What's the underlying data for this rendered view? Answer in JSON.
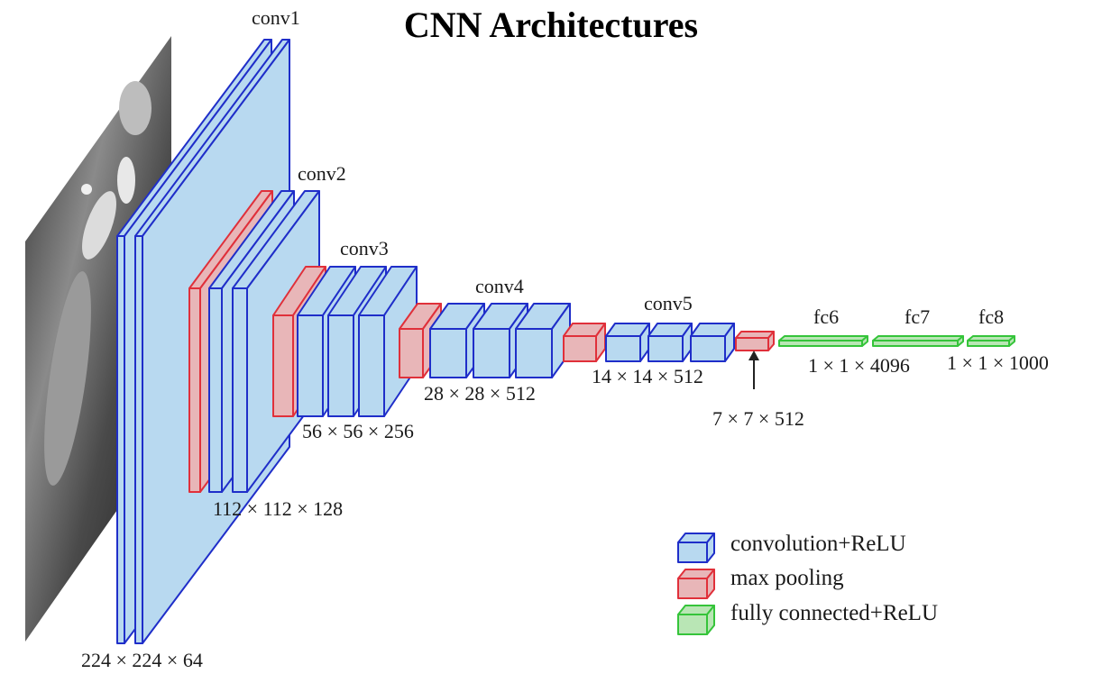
{
  "title": "CNN Architectures",
  "layers": {
    "conv1": "conv1",
    "conv2": "conv2",
    "conv3": "conv3",
    "conv4": "conv4",
    "conv5": "conv5",
    "fc6": "fc6",
    "fc7": "fc7",
    "fc8": "fc8"
  },
  "dimensions": {
    "d224": "224 × 224 × 64",
    "d112": "112 × 112 × 128",
    "d56": "56 × 56 × 256",
    "d28": "28 × 28 × 512",
    "d14": "14 × 14 × 512",
    "d7": "7 × 7 × 512",
    "d4096": "1 × 1 × 4096",
    "d1000": "1 × 1 × 1000"
  },
  "legend": [
    {
      "label": "convolution+ReLU",
      "kind": "conv"
    },
    {
      "label": "max pooling",
      "kind": "pool"
    },
    {
      "label": "fully connected+ReLU",
      "kind": "fc"
    }
  ],
  "colors": {
    "conv_fill": "#b8d9f0",
    "conv_stroke": "#1f2ec9",
    "pool_fill": "#e8b6b8",
    "pool_stroke": "#e0303a",
    "fc_fill": "#b9e6b5",
    "fc_stroke": "#35c43a"
  }
}
